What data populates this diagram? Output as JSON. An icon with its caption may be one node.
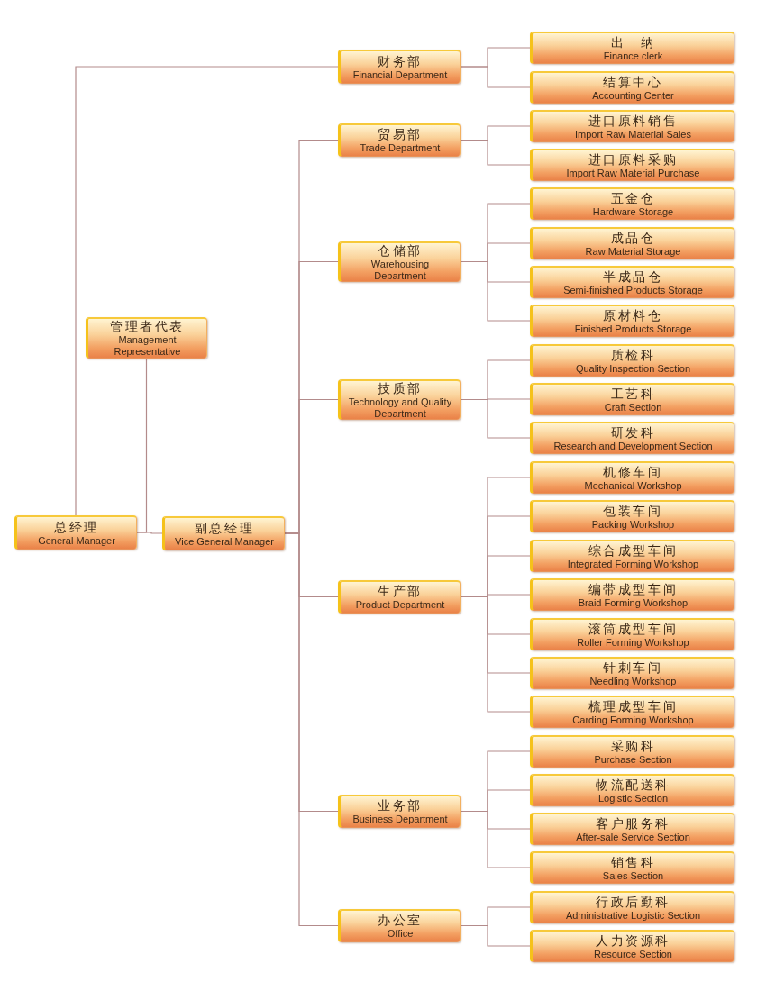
{
  "diagram": {
    "nodes": [
      {
        "text": [
          "总经理",
          "General Manager"
        ]
      },
      {
        "text": [
          "管理者代表",
          "Management Representative"
        ]
      },
      {
        "text": [
          "副总经理",
          "Vice General Manager"
        ]
      },
      {
        "text": [
          "财务部",
          "Financial Department"
        ]
      },
      {
        "text": [
          "出　纳",
          "Finance clerk"
        ]
      },
      {
        "text": [
          "结算中心",
          "Accounting Center"
        ]
      },
      {
        "text": [
          "贸易部",
          "Trade Department"
        ]
      },
      {
        "text": [
          "进口原料销售",
          "Import Raw Material Sales"
        ]
      },
      {
        "text": [
          "进口原料采购",
          "Import Raw Material Purchase"
        ]
      },
      {
        "text": [
          "仓储部",
          "Warehousing Department"
        ]
      },
      {
        "text": [
          "五金仓",
          "Hardware Storage"
        ]
      },
      {
        "text": [
          "成品仓",
          "Raw Material Storage"
        ]
      },
      {
        "text": [
          "半成品仓",
          "Semi-finished Products Storage"
        ]
      },
      {
        "text": [
          "原材料仓",
          "Finished Products Storage"
        ]
      },
      {
        "text": [
          "技质部",
          "Technology and Quality Department"
        ]
      },
      {
        "text": [
          "质检科",
          "Quality Inspection Section"
        ]
      },
      {
        "text": [
          "工艺科",
          "Craft Section"
        ]
      },
      {
        "text": [
          "研发科",
          "Research and Development Section"
        ]
      },
      {
        "text": [
          "生产部",
          "Product Department"
        ]
      },
      {
        "text": [
          "机修车间",
          "Mechanical Workshop"
        ]
      },
      {
        "text": [
          "包装车间",
          "Packing Workshop"
        ]
      },
      {
        "text": [
          "综合成型车间",
          "Integrated Forming Workshop"
        ]
      },
      {
        "text": [
          "编带成型车间",
          "Braid Forming Workshop"
        ]
      },
      {
        "text": [
          "滚筒成型车间",
          "Roller Forming Workshop"
        ]
      },
      {
        "text": [
          "针刺车间",
          "Needling Workshop"
        ]
      },
      {
        "text": [
          "梳理成型车间",
          "Carding Forming Workshop"
        ]
      },
      {
        "text": [
          "业务部",
          "Business Department"
        ]
      },
      {
        "text": [
          "采购科",
          "Purchase Section"
        ]
      },
      {
        "text": [
          "物流配送科",
          "Logistic Section"
        ]
      },
      {
        "text": [
          "客户服务科",
          "After-sale Service Section"
        ]
      },
      {
        "text": [
          "销售科",
          "Sales Section"
        ]
      },
      {
        "text": [
          "办公室",
          "Office"
        ]
      },
      {
        "text": [
          "行政后勤科",
          "Administrative Logistic Section"
        ]
      },
      {
        "text": [
          "人力资源科",
          "Resource Section"
        ]
      }
    ],
    "edges": [
      {
        "from": 0,
        "to": 3,
        "arrow": "none"
      },
      {
        "from": 0,
        "to": 1,
        "arrow": "none"
      },
      {
        "from": 0,
        "to": 2,
        "arrow": "none"
      },
      {
        "from": 2,
        "to": 6,
        "arrow": "none"
      },
      {
        "from": 2,
        "to": 9,
        "arrow": "none"
      },
      {
        "from": 2,
        "to": 14,
        "arrow": "none"
      },
      {
        "from": 2,
        "to": 18,
        "arrow": "none"
      },
      {
        "from": 2,
        "to": 26,
        "arrow": "none"
      },
      {
        "from": 2,
        "to": 31,
        "arrow": "none"
      },
      {
        "from": 3,
        "to": 4,
        "arrow": "none"
      },
      {
        "from": 3,
        "to": 5,
        "arrow": "none"
      },
      {
        "from": 6,
        "to": 7,
        "arrow": "none"
      },
      {
        "from": 6,
        "to": 8,
        "arrow": "none"
      },
      {
        "from": 9,
        "to": 10,
        "arrow": "none"
      },
      {
        "from": 9,
        "to": 11,
        "arrow": "none"
      },
      {
        "from": 9,
        "to": 12,
        "arrow": "none"
      },
      {
        "from": 9,
        "to": 13,
        "arrow": "none"
      },
      {
        "from": 14,
        "to": 15,
        "arrow": "none"
      },
      {
        "from": 14,
        "to": 16,
        "arrow": "none"
      },
      {
        "from": 14,
        "to": 17,
        "arrow": "none"
      },
      {
        "from": 18,
        "to": 19,
        "arrow": "none"
      },
      {
        "from": 18,
        "to": 20,
        "arrow": "none"
      },
      {
        "from": 18,
        "to": 21,
        "arrow": "none"
      },
      {
        "from": 18,
        "to": 22,
        "arrow": "none"
      },
      {
        "from": 18,
        "to": 23,
        "arrow": "none"
      },
      {
        "from": 18,
        "to": 24,
        "arrow": "none"
      },
      {
        "from": 18,
        "to": 25,
        "arrow": "none"
      },
      {
        "from": 26,
        "to": 27,
        "arrow": "none"
      },
      {
        "from": 26,
        "to": 28,
        "arrow": "none"
      },
      {
        "from": 26,
        "to": 29,
        "arrow": "none"
      },
      {
        "from": 26,
        "to": 30,
        "arrow": "none"
      },
      {
        "from": 31,
        "to": 32,
        "arrow": "none"
      },
      {
        "from": 31,
        "to": 33,
        "arrow": "none"
      }
    ]
  }
}
